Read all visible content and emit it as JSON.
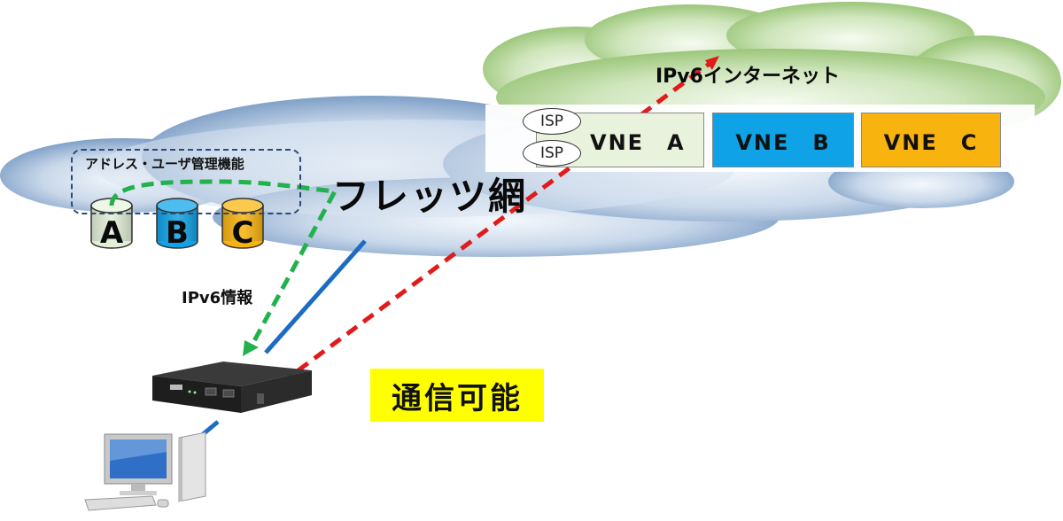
{
  "internet": {
    "title": "IPv6インターネット"
  },
  "network": {
    "title": "フレッツ網"
  },
  "management": {
    "title": "アドレス・ユーザ管理機能",
    "databases": [
      {
        "label": "A",
        "color": "#e2f0d8"
      },
      {
        "label": "B",
        "color": "#10a2e6"
      },
      {
        "label": "C",
        "color": "#f9b30f"
      }
    ]
  },
  "vnes": [
    {
      "label": "VNE　A",
      "color": "#e8f2dc"
    },
    {
      "label": "VNE　B",
      "color": "#10a2e6"
    },
    {
      "label": "VNE　C",
      "color": "#f9b30f"
    }
  ],
  "isps": [
    {
      "label": "ISP"
    },
    {
      "label": "ISP"
    }
  ],
  "labels": {
    "ipv6_info": "IPv6情報",
    "comm_possible": "通信可能"
  },
  "colors": {
    "internet_cloud": "#8fbf6a",
    "network_cloud": "#6e93bf",
    "green_path": "#22b14c",
    "red_path": "#e01b1b",
    "blue_link": "#1c6cc4",
    "highlight": "#ffff00"
  }
}
